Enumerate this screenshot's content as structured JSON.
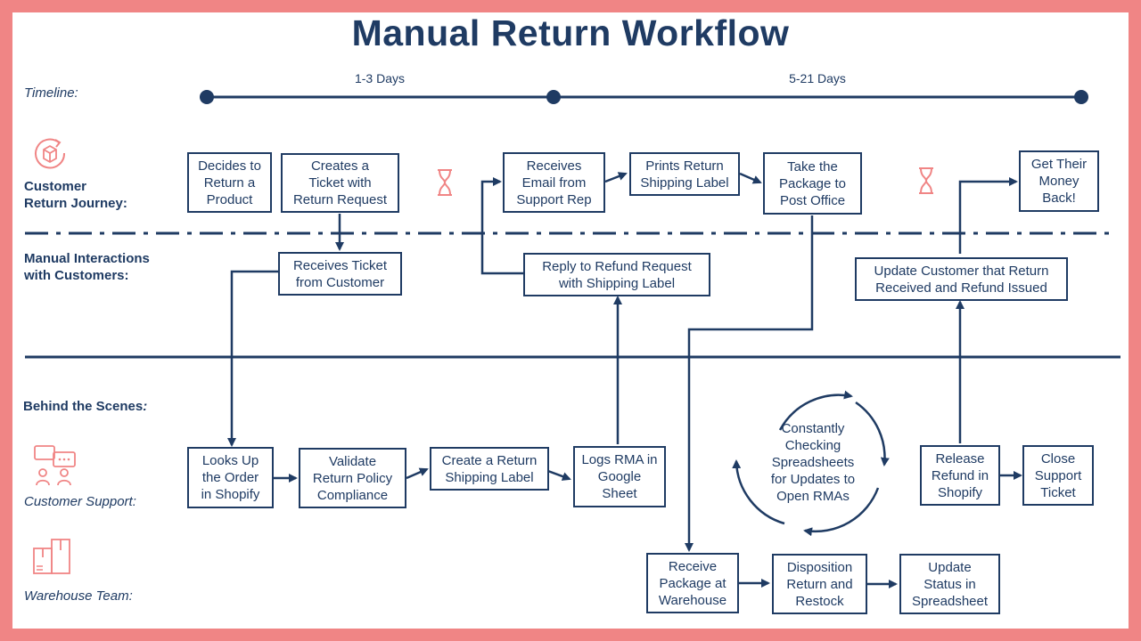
{
  "title": "Manual Return Workflow",
  "timeline": {
    "label": "Timeline:",
    "phase1": "1-3 Days",
    "phase2": "5-21 Days"
  },
  "lanes": {
    "customer": "Customer\nReturn Journey:",
    "manual": "Manual Interactions\nwith Customers:",
    "behind": "Behind the Scenes",
    "behind_colon": ":",
    "support": "Customer Support:",
    "warehouse": "Warehouse Team:"
  },
  "steps": {
    "decides": "Decides to\nReturn a\nProduct",
    "creates_ticket": "Creates a\nTicket with\nReturn Request",
    "receives_email": "Receives\nEmail from\nSupport Rep",
    "prints_label": "Prints Return\nShipping Label",
    "take_package": "Take the\nPackage to\nPost Office",
    "get_money": "Get Their\nMoney\nBack!",
    "receives_ticket": "Receives Ticket\nfrom Customer",
    "reply_refund": "Reply to Refund Request\nwith Shipping Label",
    "update_customer": "Update Customer that Return\nReceived and Refund Issued",
    "looks_up": "Looks Up\nthe Order\nin Shopify",
    "validate": "Validate\nReturn Policy\nCompliance",
    "create_label": "Create a Return\nShipping Label",
    "logs_rma": "Logs RMA in\nGoogle\nSheet",
    "release_refund": "Release\nRefund in\nShopify",
    "close_ticket": "Close\nSupport\nTicket",
    "receive_package": "Receive\nPackage at\nWarehouse",
    "disposition": "Disposition\nReturn and\nRestock",
    "update_status": "Update\nStatus in\nSpreadsheet"
  },
  "cycle_text": "Constantly\nChecking\nSpreadsheets\nfor Updates to\nOpen RMAs",
  "colors": {
    "navy": "#1f3b63",
    "accent": "#f08585",
    "background": "#ffffff"
  },
  "icons": {
    "customer": "return-box-icon",
    "wait1": "hourglass-icon",
    "wait2": "hourglass-icon",
    "support": "chat-people-icon",
    "warehouse": "boxes-icon"
  }
}
